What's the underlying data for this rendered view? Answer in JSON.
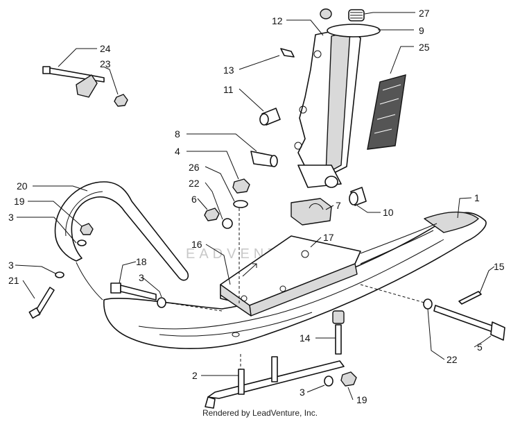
{
  "watermark": "EADVENTURE",
  "footer": "Rendered by LeadVenture, Inc.",
  "callouts": [
    {
      "id": "c12",
      "text": "12"
    },
    {
      "id": "c27",
      "text": "27"
    },
    {
      "id": "c9",
      "text": "9"
    },
    {
      "id": "c24",
      "text": "24"
    },
    {
      "id": "c25",
      "text": "25"
    },
    {
      "id": "c23",
      "text": "23"
    },
    {
      "id": "c13",
      "text": "13"
    },
    {
      "id": "c11",
      "text": "11"
    },
    {
      "id": "c8",
      "text": "8"
    },
    {
      "id": "c4",
      "text": "4"
    },
    {
      "id": "c26",
      "text": "26"
    },
    {
      "id": "c20",
      "text": "20"
    },
    {
      "id": "c22a",
      "text": "22"
    },
    {
      "id": "c10",
      "text": "10"
    },
    {
      "id": "c19a",
      "text": "19"
    },
    {
      "id": "c6",
      "text": "6"
    },
    {
      "id": "c7",
      "text": "7"
    },
    {
      "id": "c1",
      "text": "1"
    },
    {
      "id": "c3a",
      "text": "3"
    },
    {
      "id": "c17",
      "text": "17"
    },
    {
      "id": "c16",
      "text": "16"
    },
    {
      "id": "c18",
      "text": "18"
    },
    {
      "id": "c3b",
      "text": "3"
    },
    {
      "id": "c15",
      "text": "15"
    },
    {
      "id": "c3c",
      "text": "3"
    },
    {
      "id": "c21",
      "text": "21"
    },
    {
      "id": "c14",
      "text": "14"
    },
    {
      "id": "c5",
      "text": "5"
    },
    {
      "id": "c22b",
      "text": "22"
    },
    {
      "id": "c2",
      "text": "2"
    },
    {
      "id": "c3d",
      "text": "3"
    },
    {
      "id": "c19b",
      "text": "19"
    }
  ]
}
